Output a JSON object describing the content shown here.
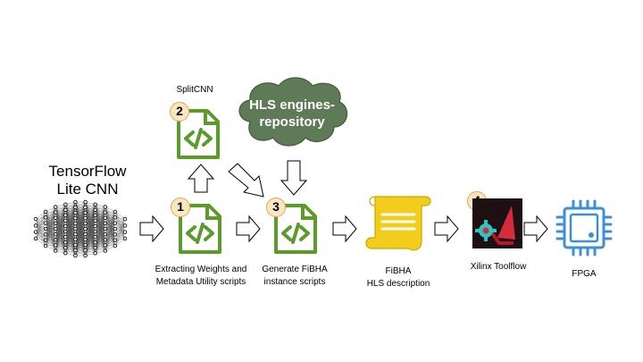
{
  "title": [
    "TensorFlow",
    "Lite CNN"
  ],
  "nodes": {
    "splitcnn_label": "SplitCNN",
    "cloud_text": [
      "HLS engines-",
      "repository"
    ],
    "extract_label": [
      "Extracting Weights and",
      "Metadata Utility scripts"
    ],
    "generate_label": [
      "Generate FiBHA",
      "instance scripts"
    ],
    "fibha_label": [
      "FiBHA",
      "HLS description"
    ],
    "xilinx_label": "Xilinx Toolflow",
    "fpga_label": "FPGA"
  },
  "badges": [
    "1",
    "2",
    "3",
    "4"
  ],
  "icons": {
    "script": "code-file-icon",
    "scroll": "scroll-document-icon",
    "tool": "xilinx-tool-icon",
    "chip": "chip-icon",
    "network": "neural-network-icon",
    "cloud": "cloud-icon"
  },
  "colors": {
    "script_green": "#5c9a2c",
    "badge_fill": "#fde6c4",
    "badge_border": "#e8a548",
    "cloud_fill": "#5f7a56",
    "scroll_fill": "#f2cd1b",
    "chip_blue": "#3c8fd6",
    "tool_red": "#d42b3d",
    "tool_teal": "#2ec4c0"
  }
}
